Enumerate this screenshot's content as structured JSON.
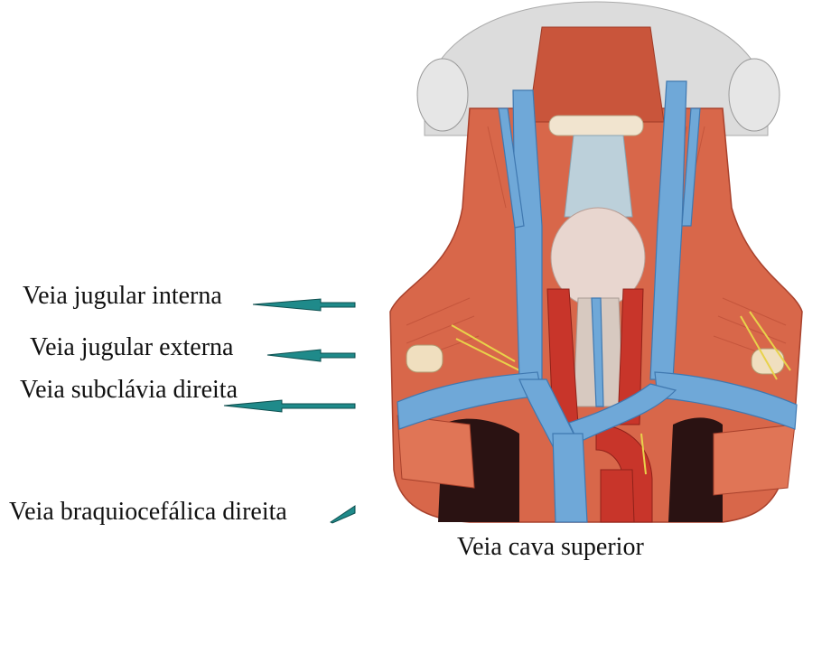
{
  "labels": {
    "internal_jugular": "Veia jugular interna",
    "external_jugular": "Veia jugular externa",
    "subclavian": "Veia subclávia direita",
    "brachiocephalic": "Veia braquiocefálica direita",
    "superior_vena_cava": "Veia cava superior"
  },
  "colors": {
    "vein": "#6fa8d8",
    "vein_dark": "#3f78b0",
    "artery": "#c8352a",
    "muscle": "#d8674a",
    "muscle_light": "#e89778",
    "thyroid": "#e8d6cf",
    "skin": "#e6e6e6",
    "pointer": "#1f8a8a",
    "dark_cavity": "#2a1212",
    "nerve": "#e8d24a"
  }
}
